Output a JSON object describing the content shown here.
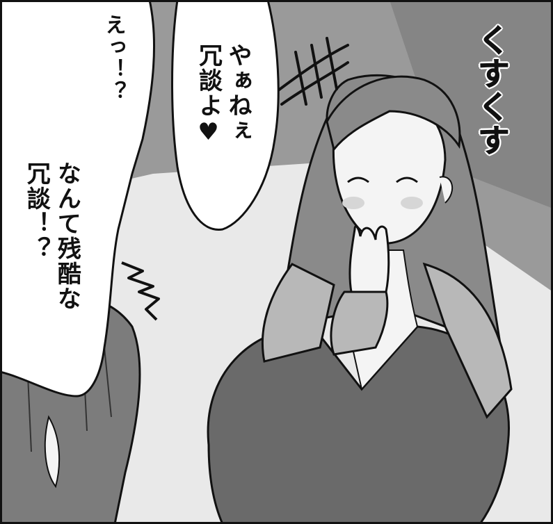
{
  "panel": {
    "speech_left": {
      "line_a": "えっ！？",
      "line_b": "なんて残酷な\n冗談！？"
    },
    "speech_top": {
      "text": "やぁねぇ\n冗談よ",
      "heart": "♥"
    },
    "sfx_giggle": "くすくす"
  },
  "colors": {
    "background_gray": "#9a9a9a",
    "wall_dark": "#6f6f6f",
    "floor_light": "#e9e9e9",
    "dress": "#6a6a6a",
    "cardigan": "#b8b8b8",
    "hair": "#8a8a8a",
    "skin": "#f4f4f4",
    "ink": "#111111"
  }
}
